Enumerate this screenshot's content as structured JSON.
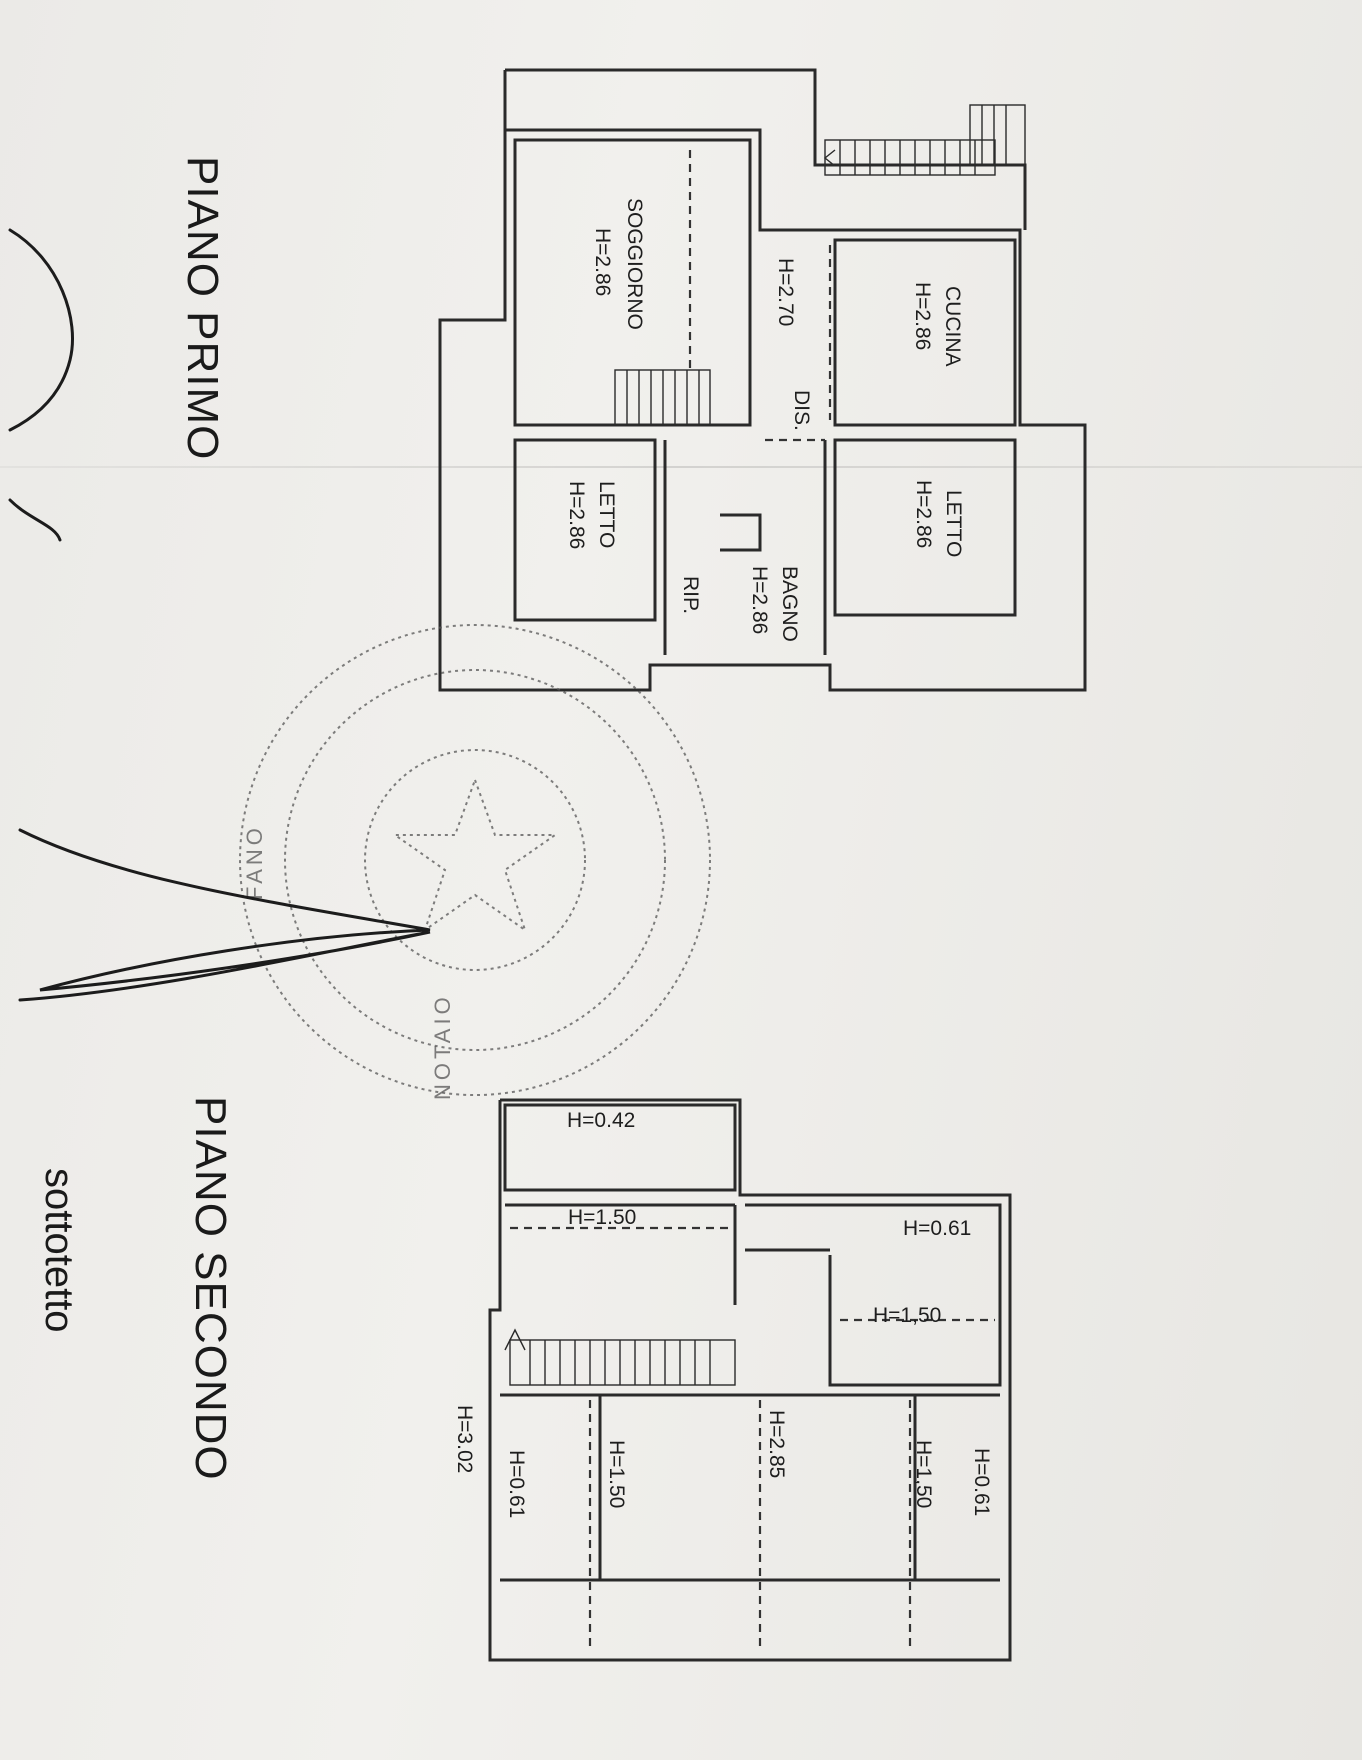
{
  "floors": {
    "first": {
      "title": "PIANO PRIMO",
      "rooms": {
        "soggiorno": {
          "name": "SOGGIORNO",
          "height": "H=2.86"
        },
        "corridor": {
          "height": "H=2.70"
        },
        "dis": {
          "name": "DIS."
        },
        "cucina": {
          "name": "CUCINA",
          "height": "H=2.86"
        },
        "letto_a": {
          "name": "LETTO",
          "height": "H=2.86"
        },
        "letto_b": {
          "name": "LETTO",
          "height": "H=2.86"
        },
        "bagno": {
          "name": "BAGNO",
          "height": "H=2.86"
        },
        "rip": {
          "name": "RIP."
        }
      }
    },
    "second": {
      "title": "PIANO SECONDO",
      "subtitle": "sottotetto",
      "heights": {
        "h042": "H=0.42",
        "h150_top": "H=1.50",
        "h061_right": "H=0.61",
        "h150_right": "H=1,50",
        "h302": "H=3.02",
        "h061_left": "H=0.61",
        "h150_left": "H=1.50",
        "h285": "H=2.85",
        "h150_br": "H=1,50",
        "h061_br": "H=0.61"
      }
    }
  },
  "stamp": {
    "text": "NOTAIO",
    "text_left": "FANO"
  }
}
